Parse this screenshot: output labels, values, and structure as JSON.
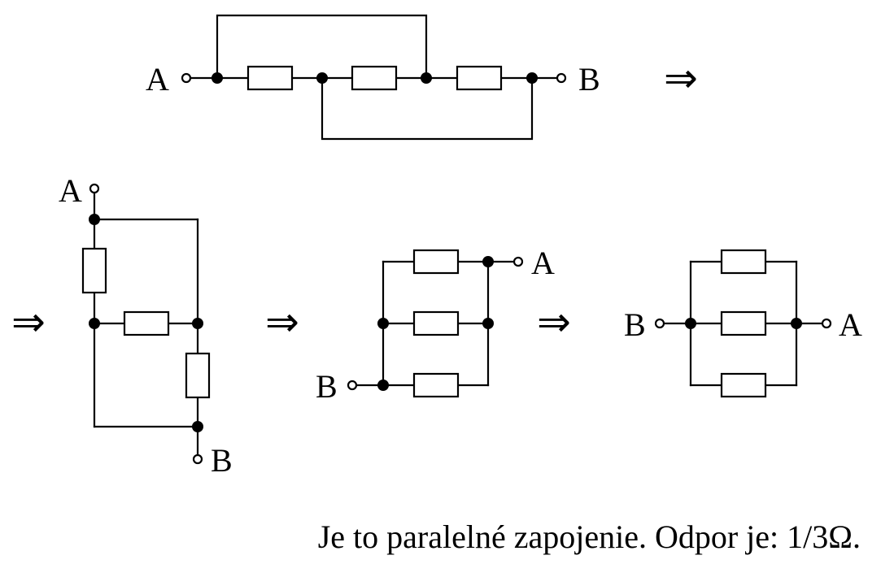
{
  "labels": {
    "node_a": "A",
    "node_b": "B",
    "implies": "⇒"
  },
  "caption": "Je to paralelné zapojenie. Odpor je: 1/3Ω."
}
